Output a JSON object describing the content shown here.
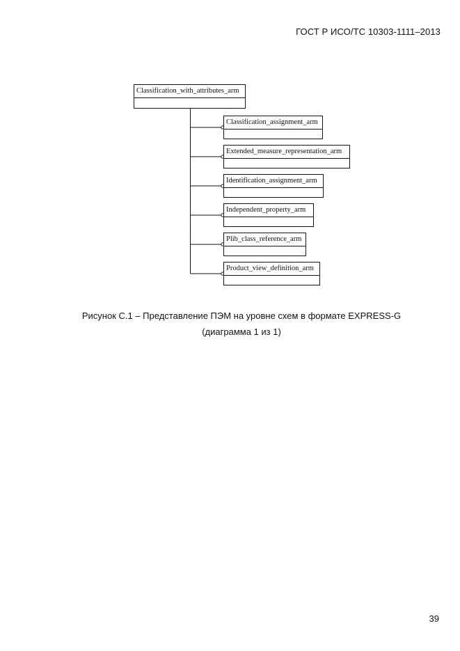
{
  "header": {
    "standard_id": "ГОСТ Р ИСО/ТС 10303-1111–2013"
  },
  "diagram": {
    "root_schema": "Classification_with_attributes_arm",
    "referenced_schemas": [
      "Classification_assignment_arm",
      "Extended_measure_representation_arm",
      "Identification_assignment_arm",
      "Independent_property_arm",
      "Plib_class_reference_arm",
      "Product_view_definition_arm"
    ]
  },
  "caption": {
    "line1": "Рисунок  С.1 – Представление ПЭМ на уровне схем в формате EXPRESS-G",
    "line2": "(диаграмма 1 из 1)"
  },
  "footer": {
    "page_number": "39"
  }
}
